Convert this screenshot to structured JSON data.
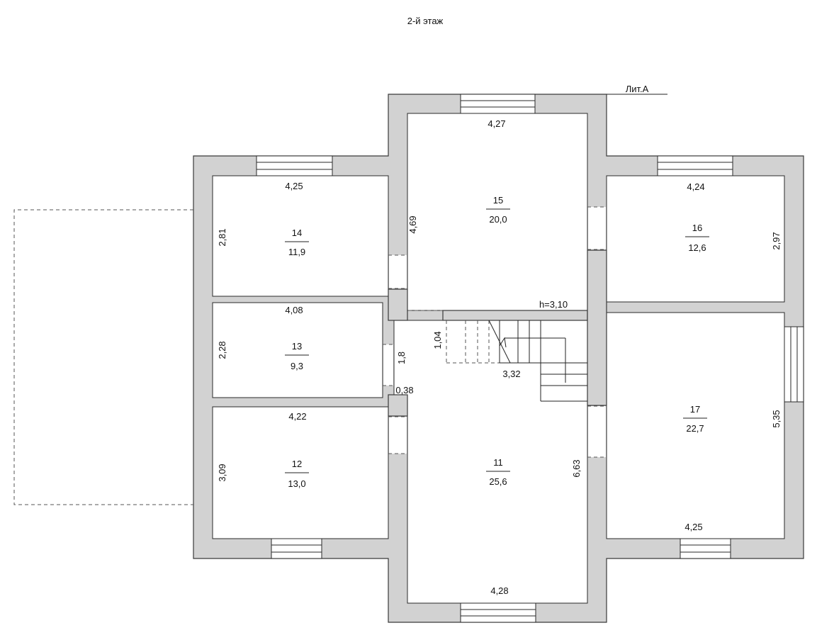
{
  "floor_title": "2-й этаж",
  "building_label": "Лит.А",
  "ceiling_height": "h=3,10",
  "rooms": [
    {
      "id": "15",
      "number": "15",
      "area": "20,0"
    },
    {
      "id": "14",
      "number": "14",
      "area": "11,9"
    },
    {
      "id": "16",
      "number": "16",
      "area": "12,6"
    },
    {
      "id": "13",
      "number": "13",
      "area": "9,3"
    },
    {
      "id": "12",
      "number": "12",
      "area": "13,0"
    },
    {
      "id": "11",
      "number": "11",
      "area": "25,6"
    },
    {
      "id": "17",
      "number": "17",
      "area": "22,7"
    }
  ],
  "dimensions": [
    {
      "id": "room15-width",
      "value": "4,27"
    },
    {
      "id": "room15-height",
      "value": "4,69"
    },
    {
      "id": "room14-width",
      "value": "4,25"
    },
    {
      "id": "room14-height",
      "value": "2,81"
    },
    {
      "id": "room16-width",
      "value": "4,24"
    },
    {
      "id": "room16-height",
      "value": "2,97"
    },
    {
      "id": "room13-width",
      "value": "4,08"
    },
    {
      "id": "room13-height",
      "value": "2,28"
    },
    {
      "id": "corridor-width",
      "value": "1,8"
    },
    {
      "id": "stair-height",
      "value": "1,04"
    },
    {
      "id": "stair-width",
      "value": "3,32"
    },
    {
      "id": "wall-offset",
      "value": "0,38"
    },
    {
      "id": "room12-width",
      "value": "4,22"
    },
    {
      "id": "room12-height",
      "value": "3,09"
    },
    {
      "id": "room11-height",
      "value": "6,63"
    },
    {
      "id": "room11-width",
      "value": "4,28"
    },
    {
      "id": "room17-height",
      "value": "5,35"
    },
    {
      "id": "room17-width",
      "value": "4,25"
    }
  ]
}
